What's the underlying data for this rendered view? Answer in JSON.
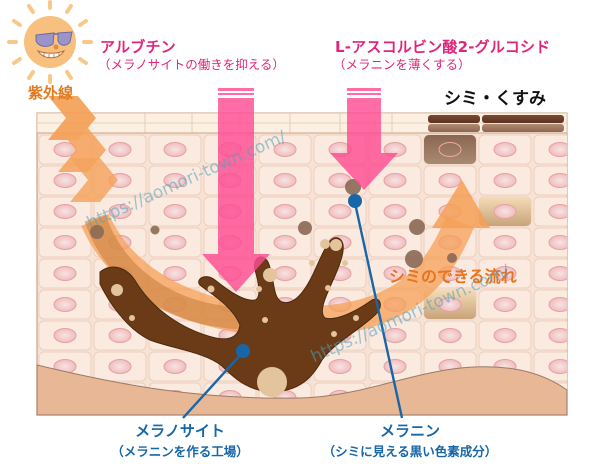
{
  "uv": {
    "label": "紫外線",
    "icon": "sun-with-sunglasses-icon"
  },
  "arbutin": {
    "title": "アルブチン",
    "subtitle": "（メラノサイトの働きを抑える）"
  },
  "ascorbic": {
    "title": "L-アスコルビン酸2-グルコシド",
    "subtitle": "（メラニンを薄くする）"
  },
  "spots": {
    "label": "シミ・くすみ"
  },
  "flow": {
    "label": "シミのできる流れ"
  },
  "melanocyte": {
    "title": "メラノサイト",
    "subtitle": "（メラニンを作る工場）"
  },
  "melanin": {
    "title": "メラニン",
    "subtitle": "（シミに見える黒い色素成分）"
  },
  "watermarks": [
    "https://aomori-town.com/",
    "https://aomori-town.com/"
  ],
  "colors": {
    "pink": "#e0267a",
    "arrow_pink": "#ff5a9a",
    "orange": "#f5a057",
    "melanocyte_brown": "#6b3a17",
    "leader_blue": "#1766a8",
    "cell_fill": "#fbe9de",
    "nucleus": "#f2c4c4",
    "dermis": "#e8b796"
  }
}
